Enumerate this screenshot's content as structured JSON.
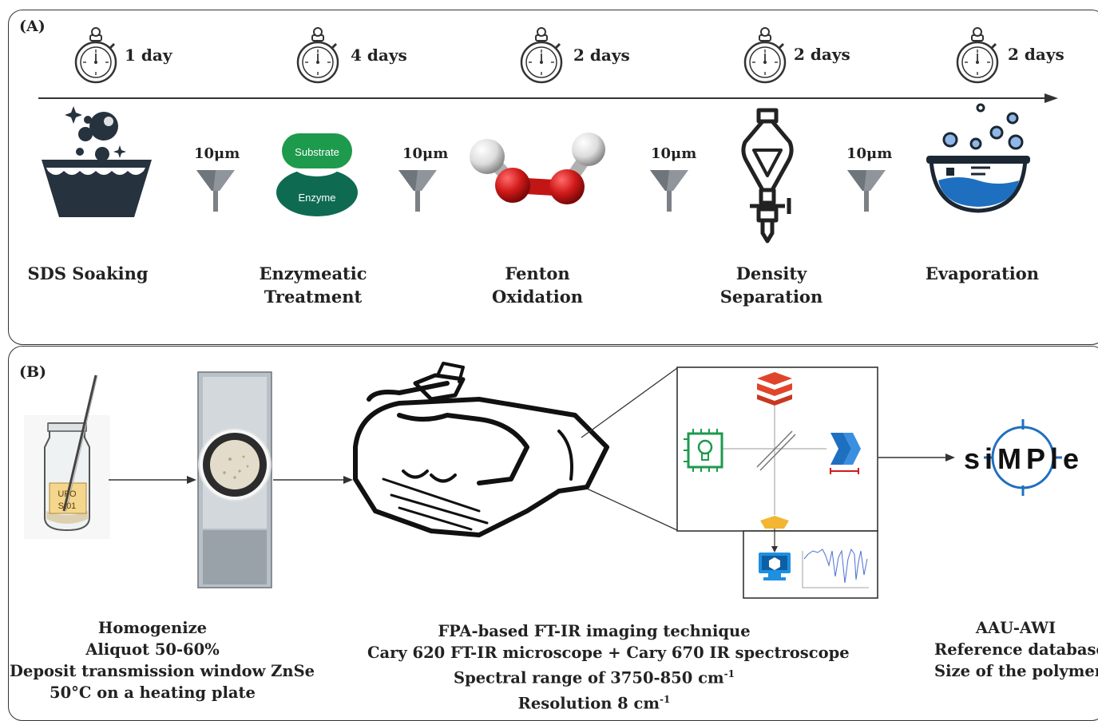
{
  "panel_a": {
    "label": "(A)",
    "steps": [
      {
        "duration": "1 day",
        "name_lines": [
          "SDS Soaking"
        ]
      },
      {
        "duration": "4 days",
        "name_lines": [
          "Enzymeatic",
          "Treatment"
        ]
      },
      {
        "duration": "2 days",
        "name_lines": [
          "Fenton",
          "Oxidation"
        ]
      },
      {
        "duration": "2 days",
        "name_lines": [
          "Density",
          "Separation"
        ]
      },
      {
        "duration": "2 days",
        "name_lines": [
          "Evaporation"
        ]
      }
    ],
    "filters": [
      "10μm",
      "10μm",
      "10μm",
      "10μm"
    ],
    "enzyme_icon": {
      "substrate_label": "Substrate",
      "enzyme_label": "Enzyme"
    }
  },
  "panel_b": {
    "label": "(B)",
    "vial_label": [
      "UFO",
      "St01"
    ],
    "simple_logo": "siMPle",
    "captions": {
      "left": [
        "Homogenize",
        "Aliquot 50-60%",
        "Deposit transmission window ZnSe",
        "50°C on a heating plate"
      ],
      "middle": [
        "FPA-based FT-IR imaging technique",
        "Cary 620 FT-IR microscope + Cary 670 IR spectroscope"
      ],
      "middle_range": {
        "text": "Spectral range of 3750-850 cm",
        "sup": "-1"
      },
      "middle_res": {
        "text": "Resolution 8 cm",
        "sup": "-1"
      },
      "right": [
        "AAU-AWI",
        "Reference database",
        "Size of the polymers"
      ]
    }
  },
  "colors": {
    "enzyme_green": "#1d9a4c",
    "enzyme_dark": "#0e6b52",
    "oxygen_red": "#d11a1a",
    "diagram_blue": "#1f77b4",
    "laser_red": "#e0452b",
    "detector_gold": "#f2b632"
  }
}
